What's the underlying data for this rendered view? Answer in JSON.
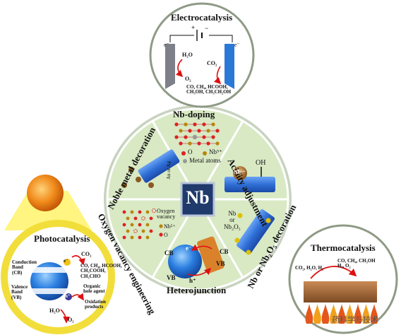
{
  "center": {
    "label": "Nb"
  },
  "sectors": {
    "nb_doping": {
      "title": "Nb-doping",
      "legend_o": "O",
      "legend_nb": "Nb⁵⁺",
      "legend_metal": "Metal atoms"
    },
    "acidity": {
      "title": "Acidity adjustment",
      "ion": "Nb⁵⁺",
      "group": "OH"
    },
    "nb_oxide": {
      "title": "Nb or Nb₂O₅ decoration",
      "label": "Nb\nor\nNb₂O₅"
    },
    "heterojunction": {
      "title": "Heterojunction",
      "cb": "CB",
      "vb": "VB",
      "e": "e⁻",
      "h": "h⁺"
    },
    "oxygen_vacancy": {
      "title": "Oxygen vacancy engineering",
      "legend_vac": "Oxygen vacancy",
      "legend_nb": "Nb⁵⁺",
      "legend_o": "O"
    },
    "noble_metal": {
      "title": "Noble metal decoration",
      "label": "Au or Ag"
    }
  },
  "electrocatalysis": {
    "title": "Electrocatalysis",
    "plus": "+",
    "minus": "−",
    "electron": "e⁻",
    "h2o": "H₂O",
    "o2": "O₂",
    "co2": "CO₂",
    "products": "CO, CH₄, HCOOH,\nCH₃OH, CH₃CH₂OH"
  },
  "photocatalysis": {
    "title": "Photocatalysis",
    "cb_label": "Conduction\nBand\n(CB)",
    "vb_label": "Valence\nBand\n(VB)",
    "co2": "CO₂",
    "co2_products": "CO, CH₄, HCOOH,\nCH₃COOH,\nCH₃CHO",
    "hole_agent": "Organic\nhole agent",
    "oxidation": "Oxidation\nproducts",
    "h2o": "H₂O",
    "o2": "O₂",
    "e": "e⁻",
    "h": "h⁺"
  },
  "thermocatalysis": {
    "title": "Thermocatalysis",
    "reactants": "CO₂, H₂O, H₂",
    "products": "CO, CH₄, CH₃OH\nH₂, O₂"
  },
  "watermark": {
    "text": "药科学与技术"
  },
  "colors": {
    "sector_fill": "#d8e9c4",
    "sector_stroke": "#ffffff",
    "rim": "#c8d3bf",
    "center_fill": "#1f3a6b",
    "rod": "#2f6fd6",
    "sun": "#f08a1a",
    "glow": "#fff36a"
  }
}
